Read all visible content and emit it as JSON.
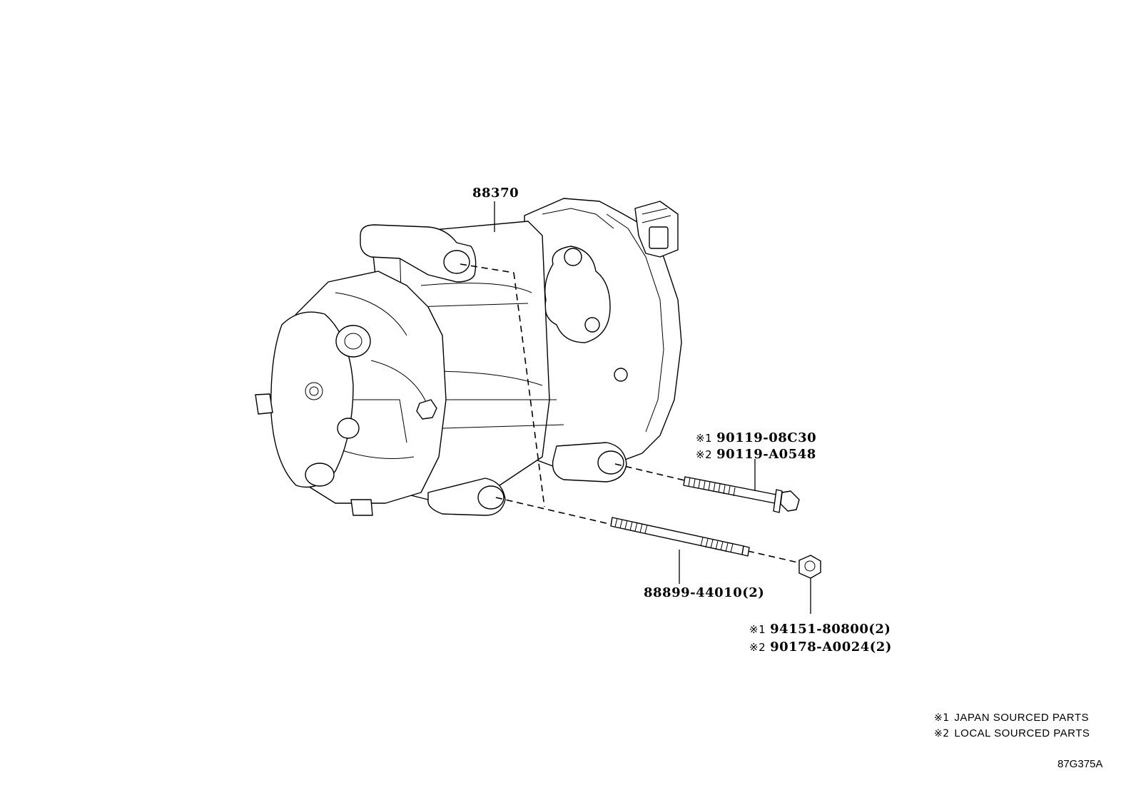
{
  "parts": {
    "compressor": "88370",
    "bolt_japan_mark": "※1",
    "bolt_japan": "90119-08C30",
    "bolt_local_mark": "※2",
    "bolt_local": "90119-A0548",
    "stud": "88899-44010(2)",
    "nut_japan_mark": "※1",
    "nut_japan": "94151-80800(2)",
    "nut_local_mark": "※2",
    "nut_local": "90178-A0024(2)"
  },
  "legend": {
    "note1_mark": "※1",
    "note1": "JAPAN SOURCED PARTS",
    "note2_mark": "※2",
    "note2": "LOCAL SOURCED PARTS"
  },
  "diagram_code": "87G375A"
}
